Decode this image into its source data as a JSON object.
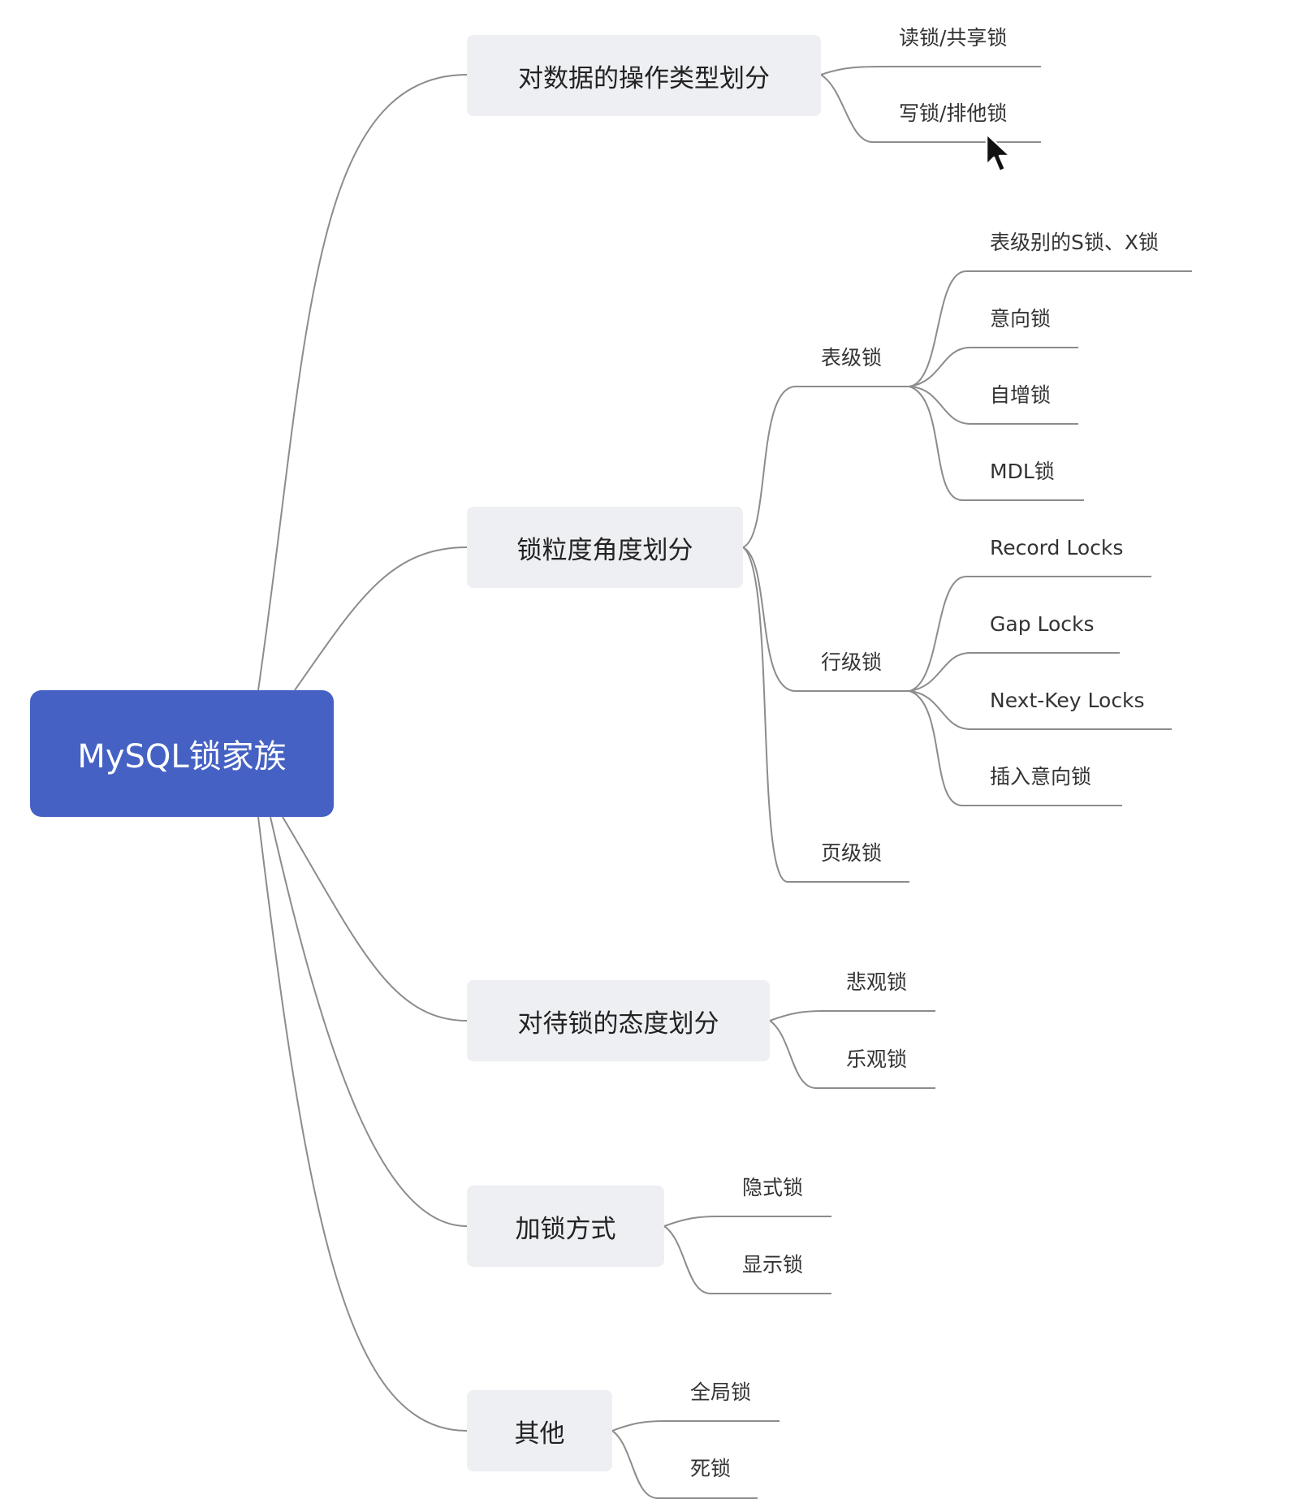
{
  "root": {
    "label": "MySQL锁家族"
  },
  "branches": [
    {
      "label": "对数据的操作类型划分",
      "children": [
        "读锁/共享锁",
        "写锁/排他锁"
      ]
    },
    {
      "label": "锁粒度角度划分",
      "groups": [
        {
          "label": "表级锁",
          "children": [
            "表级别的S锁、X锁",
            "意向锁",
            "自增锁",
            "MDL锁"
          ]
        },
        {
          "label": "行级锁",
          "children": [
            "Record Locks",
            "Gap Locks",
            "Next-Key Locks",
            "插入意向锁"
          ]
        },
        {
          "label": "页级锁",
          "children": []
        }
      ]
    },
    {
      "label": "对待锁的态度划分",
      "children": [
        "悲观锁",
        "乐观锁"
      ]
    },
    {
      "label": "加锁方式",
      "children": [
        "隐式锁",
        "显示锁"
      ]
    },
    {
      "label": "其他",
      "children": [
        "全局锁",
        "死锁"
      ]
    }
  ],
  "colors": {
    "root_fill": "#4561c3",
    "branch_fill": "#eeeff3",
    "connector": "#8c8c8c"
  },
  "icons": {
    "cursor": "mouse-pointer-icon"
  }
}
